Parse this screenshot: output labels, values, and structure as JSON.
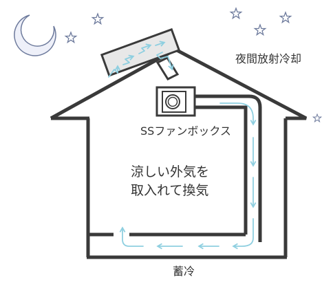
{
  "labels": {
    "night_cooling": "夜間放射冷却",
    "fan_box": "SSファンボックス",
    "cool_air_line1": "涼しい外気を",
    "cool_air_line2": "取入れて換気",
    "cold_storage": "蓄冷"
  },
  "icons": {
    "moon": "crescent-moon",
    "stars": "outline-star",
    "collector": "solar-air-panel",
    "fan": "blower-fan"
  },
  "colors": {
    "structure": "#3a3a3a",
    "airflow": "#8ecfe0",
    "moon_fill": "#eef0f9",
    "moon_stroke": "#6d7a9c",
    "panel_fill": "#e8e8e8",
    "text": "#333333"
  }
}
